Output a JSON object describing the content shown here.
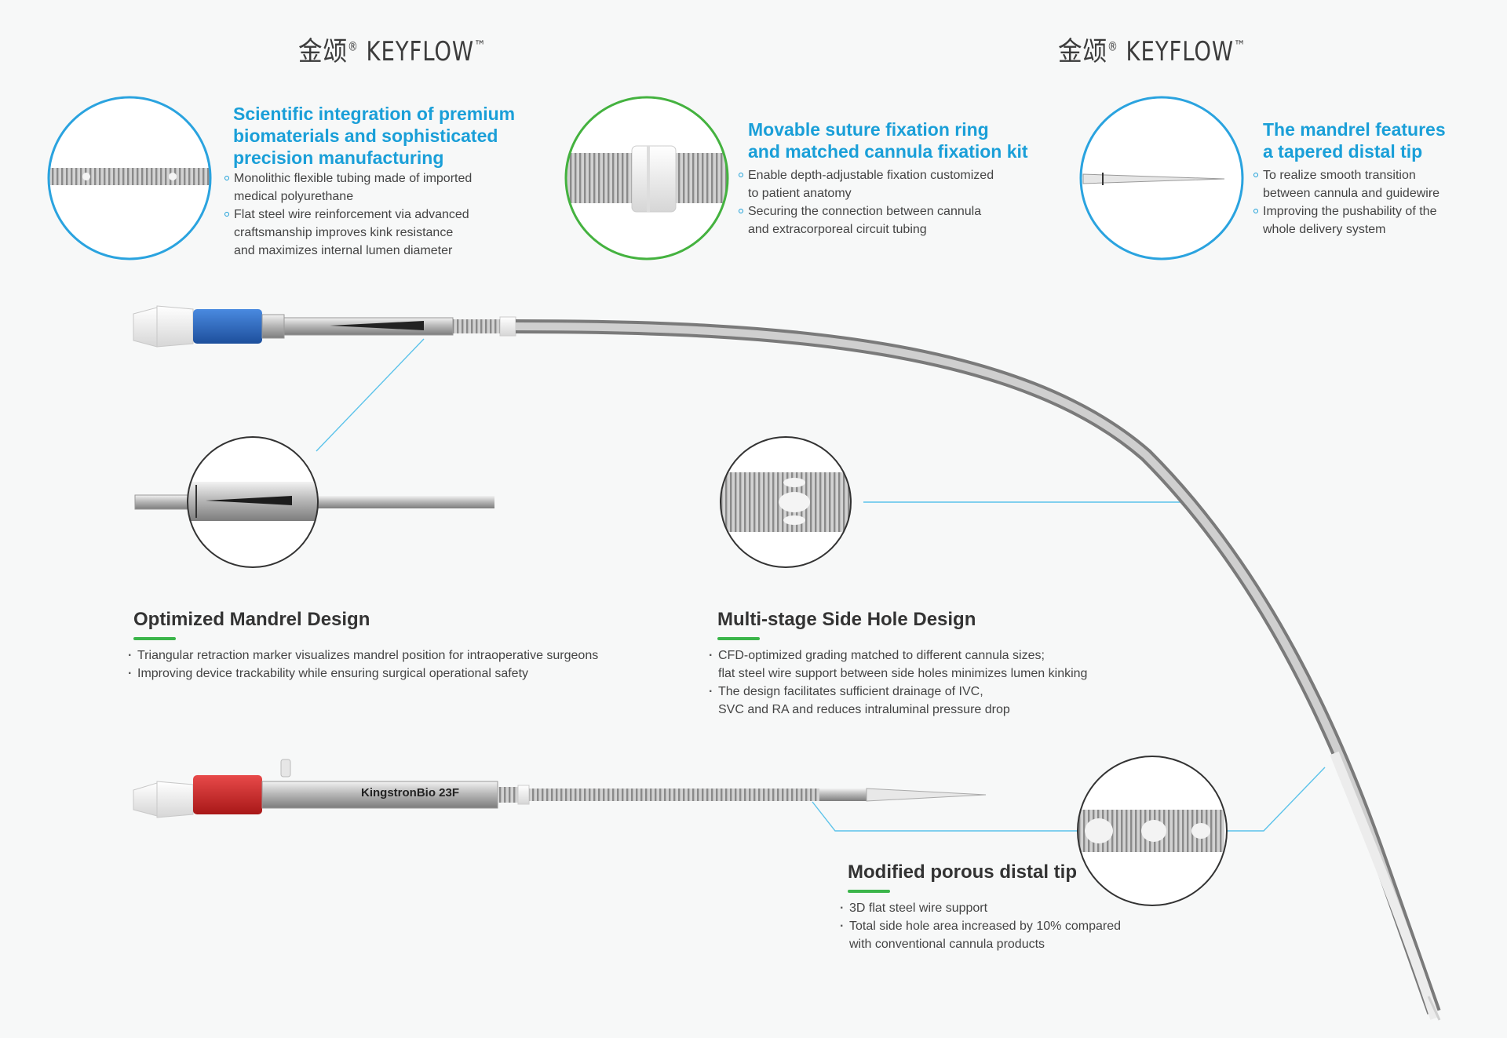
{
  "brand": {
    "name_cn": "金颂",
    "reg_mark": "®",
    "name": "KEYFLOW",
    "tm_mark": "™"
  },
  "features": [
    {
      "title_lines": [
        "Scientific integration of premium",
        "biomaterials and sophisticated",
        "precision manufacturing"
      ],
      "bullets": [
        [
          "Monolithic flexible tubing made of imported",
          "medical polyurethane"
        ],
        [
          "Flat steel wire reinforcement via advanced",
          "craftsmanship improves kink resistance",
          "and maximizes internal lumen diameter"
        ]
      ]
    },
    {
      "title_lines": [
        "Movable suture fixation ring",
        "and matched cannula fixation kit"
      ],
      "bullets": [
        [
          "Enable depth-adjustable fixation customized",
          "to patient anatomy"
        ],
        [
          "Securing the connection between cannula",
          "and extracorporeal circuit tubing"
        ]
      ]
    },
    {
      "title_lines": [
        "The mandrel features",
        "a tapered distal tip"
      ],
      "bullets": [
        [
          "To realize smooth transition",
          "between cannula and guidewire"
        ],
        [
          "Improving the pushability of the",
          "whole delivery system"
        ]
      ]
    }
  ],
  "sections": {
    "mandrel": {
      "title": "Optimized Mandrel Design",
      "bullets": [
        [
          "Triangular retraction marker visualizes mandrel position for intraoperative surgeons"
        ],
        [
          "Improving device trackability while ensuring surgical operational safety"
        ]
      ]
    },
    "side_hole": {
      "title": "Multi-stage Side Hole Design",
      "bullets": [
        [
          "CFD-optimized grading matched to different cannula sizes;",
          "flat steel wire support between side holes minimizes lumen kinking"
        ],
        [
          "The design facilitates sufficient drainage of IVC,",
          "SVC and RA and reduces intraluminal pressure drop"
        ]
      ]
    },
    "distal_tip": {
      "title": "Modified porous distal tip",
      "bullets": [
        [
          "3D flat steel wire support"
        ],
        [
          "Total side hole area increased by 10% compared",
          "with conventional cannula products"
        ]
      ]
    }
  },
  "product_label": "KingstronBio 23F",
  "colors": {
    "accent_blue": "#1a9fd8",
    "accent_green": "#3bb54a",
    "connector_blue": "#2a6cc4",
    "connector_red": "#d42a2a"
  }
}
